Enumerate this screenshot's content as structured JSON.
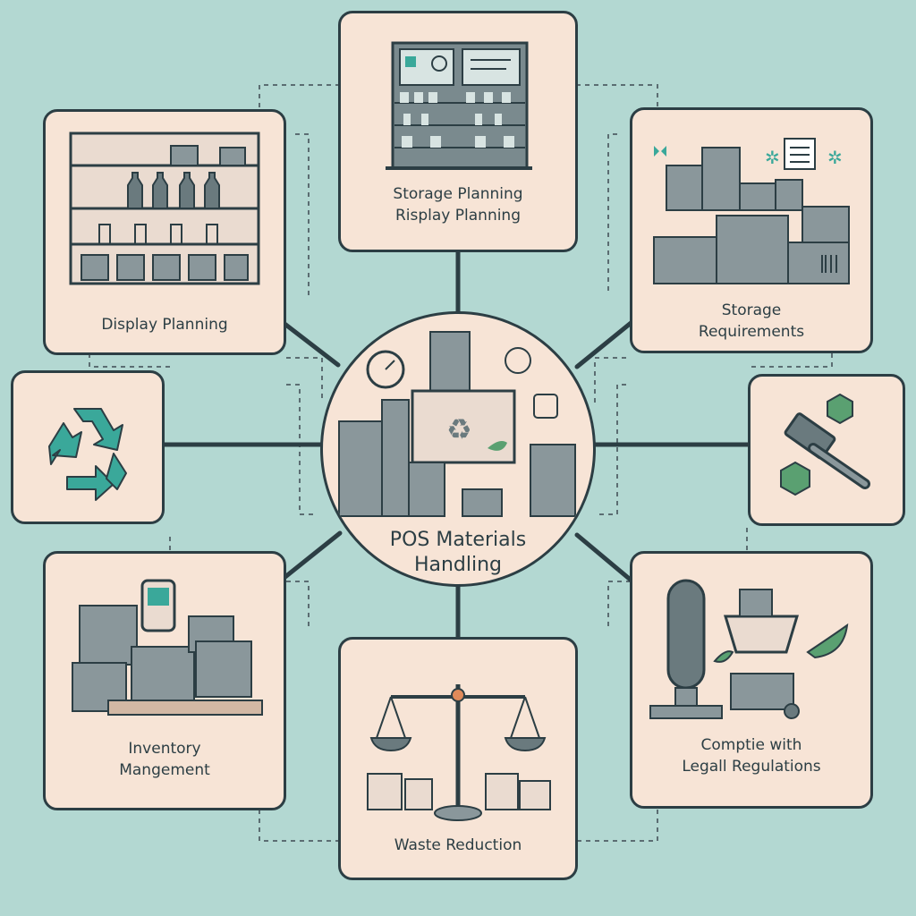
{
  "center": {
    "line1": "POS Materials",
    "line2": "Handling"
  },
  "nodes": {
    "storage_display": {
      "line1": "Storage Planning",
      "line2": "Risplay Planning"
    },
    "display_planning": {
      "line1": "Display Planning"
    },
    "storage_requirements": {
      "line1": "Storage",
      "line2": "Requirements"
    },
    "recycling": {},
    "legal_tools": {},
    "inventory": {
      "line1": "Inventory",
      "line2": "Mangement"
    },
    "waste": {
      "line1": "Waste Reduction"
    },
    "legal": {
      "line1": "Comptie with",
      "line2": "Legall Regulations"
    }
  },
  "colors": {
    "background": "#b3d8d2",
    "card": "#f7e4d6",
    "outline": "#2c3e44",
    "box_gray": "#8a979b",
    "accent_teal": "#3aa89a",
    "accent_green": "#5aa071"
  }
}
